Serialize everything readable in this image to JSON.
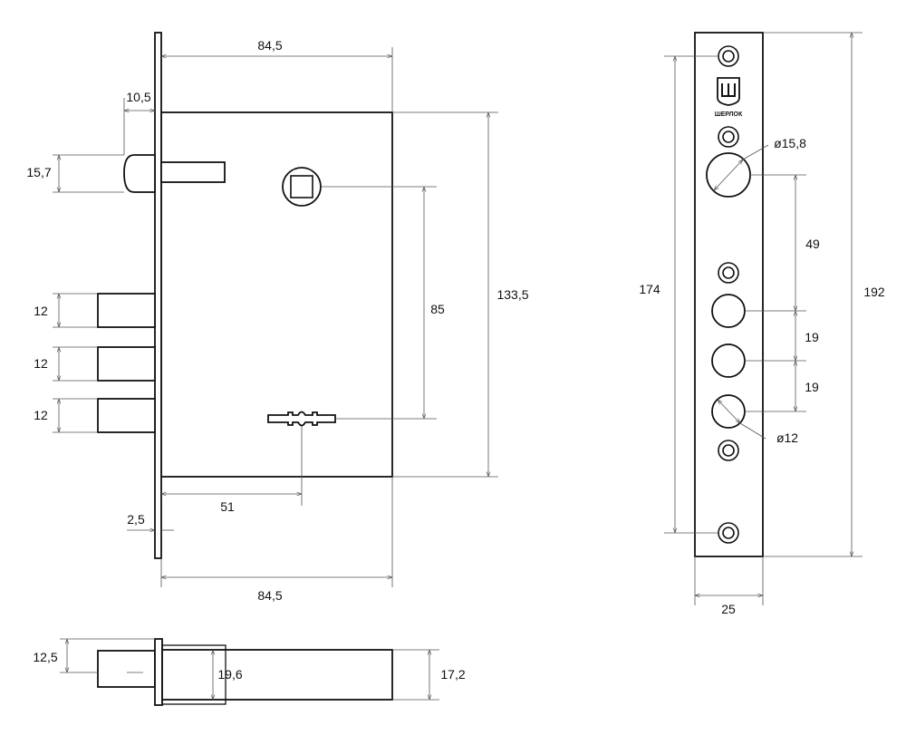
{
  "brand": {
    "name": "ШЕРЛОК"
  },
  "front_view": {
    "body_width_top": "84,5",
    "faceplate_offset": "10,5",
    "latch_height": "15,7",
    "body_height": "133,5",
    "backset_distance": "85",
    "bolt_1_height": "12",
    "bolt_2_height": "12",
    "bolt_3_height": "12",
    "faceplate_thickness": "2,5",
    "keyhole_offset": "51",
    "body_width_bottom": "84,5"
  },
  "faceplate_view": {
    "hole_diameter_large": "ø15,8",
    "spacing_49": "49",
    "spacing_19_a": "19",
    "spacing_19_b": "19",
    "hole_diameter_small": "ø12",
    "screw_span": "174",
    "total_length": "192",
    "width": "25"
  },
  "bottom_view": {
    "bolt_depth": "12,5",
    "inner_width": "19,6",
    "body_depth": "17,2"
  }
}
